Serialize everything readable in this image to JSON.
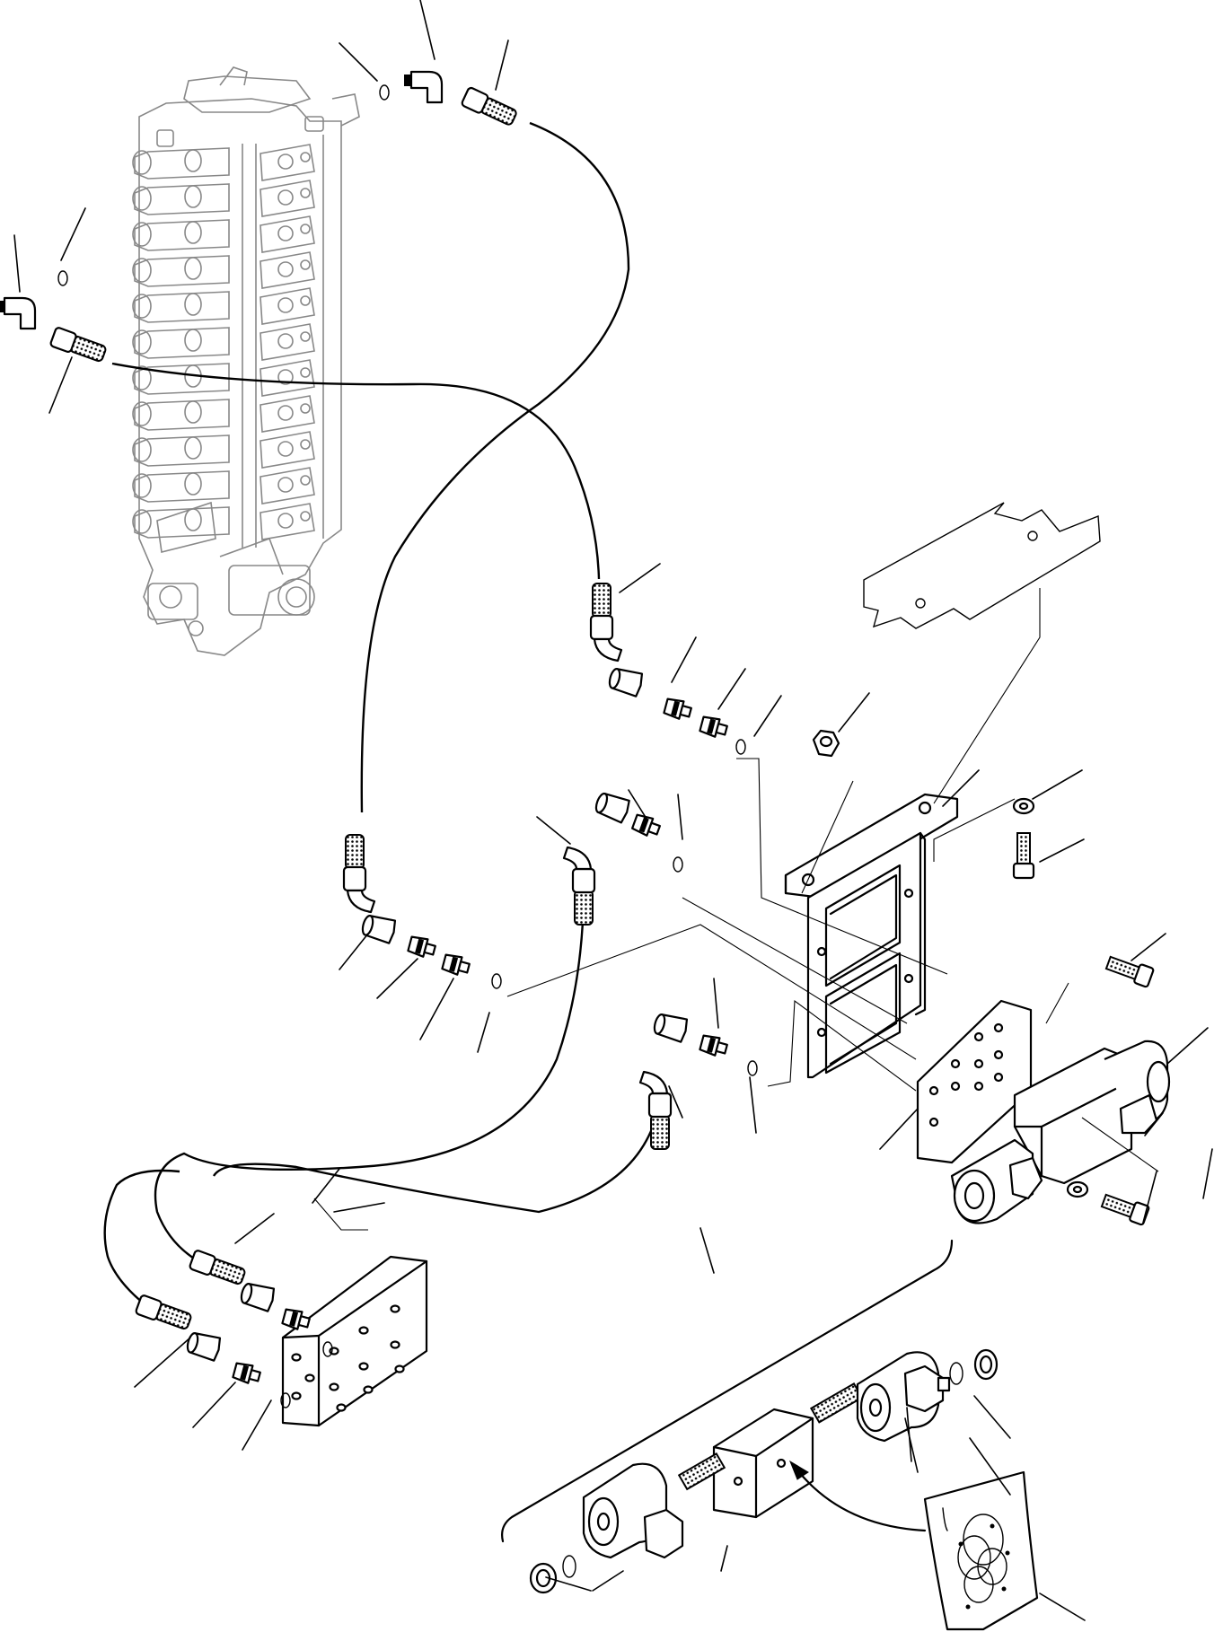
{
  "diagram": {
    "type": "exploded-parts-diagram",
    "components": [
      {
        "id": "control-valve",
        "icon": "control-valve-icon"
      },
      {
        "id": "solenoid-valve",
        "icon": "solenoid-valve-icon"
      },
      {
        "id": "mounting-bracket",
        "icon": "bracket-icon"
      },
      {
        "id": "junction-block",
        "icon": "junction-block-icon"
      },
      {
        "id": "solenoid-valve-detail",
        "icon": "solenoid-detail-icon"
      },
      {
        "id": "seal-kit",
        "icon": "seal-kit-icon"
      },
      {
        "id": "support-plate",
        "icon": "plate-icon"
      }
    ],
    "hoses": [
      {
        "id": "hose-1"
      },
      {
        "id": "hose-2"
      },
      {
        "id": "hose-3"
      },
      {
        "id": "hose-4"
      },
      {
        "id": "hose-5"
      }
    ],
    "callout_count": 41
  }
}
